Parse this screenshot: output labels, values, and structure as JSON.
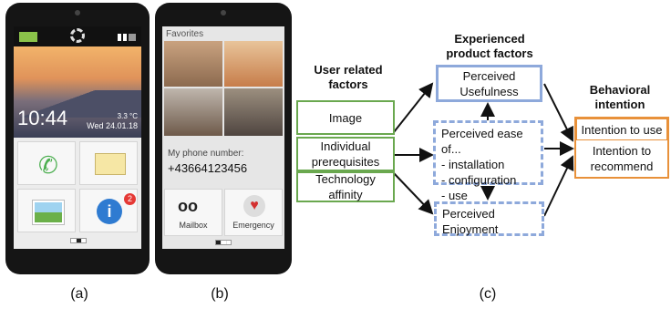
{
  "phone_a": {
    "clock": "10:44",
    "temp": "3.3 °C",
    "date": "Wed 24.01.18",
    "badge": "2",
    "caption": "(a)"
  },
  "phone_b": {
    "favorites": "Favorites",
    "phone_label": "My phone number:",
    "phone_number": "+43664123456",
    "mailbox": "Mailbox",
    "emergency": "Emergency",
    "caption": "(b)"
  },
  "diagram": {
    "caption": "(c)",
    "headers": {
      "user": "User related factors",
      "product": "Experienced product factors",
      "behavioral": "Behavioral intention"
    },
    "user_factors": [
      "Image",
      "Individual prerequisites",
      "Technology affinity"
    ],
    "usefulness": "Perceived Usefulness",
    "ease_title": "Perceived ease of...",
    "ease_items": [
      "- installation",
      "- configuration",
      "- use"
    ],
    "enjoyment": "Perceived Enjoyment",
    "intentions": [
      "Intention to use",
      "Intention to recommend"
    ]
  },
  "colors": {
    "green": "#6aa84f",
    "blue": "#8ea9db",
    "orange": "#e8913a",
    "badge": "#e53935"
  }
}
